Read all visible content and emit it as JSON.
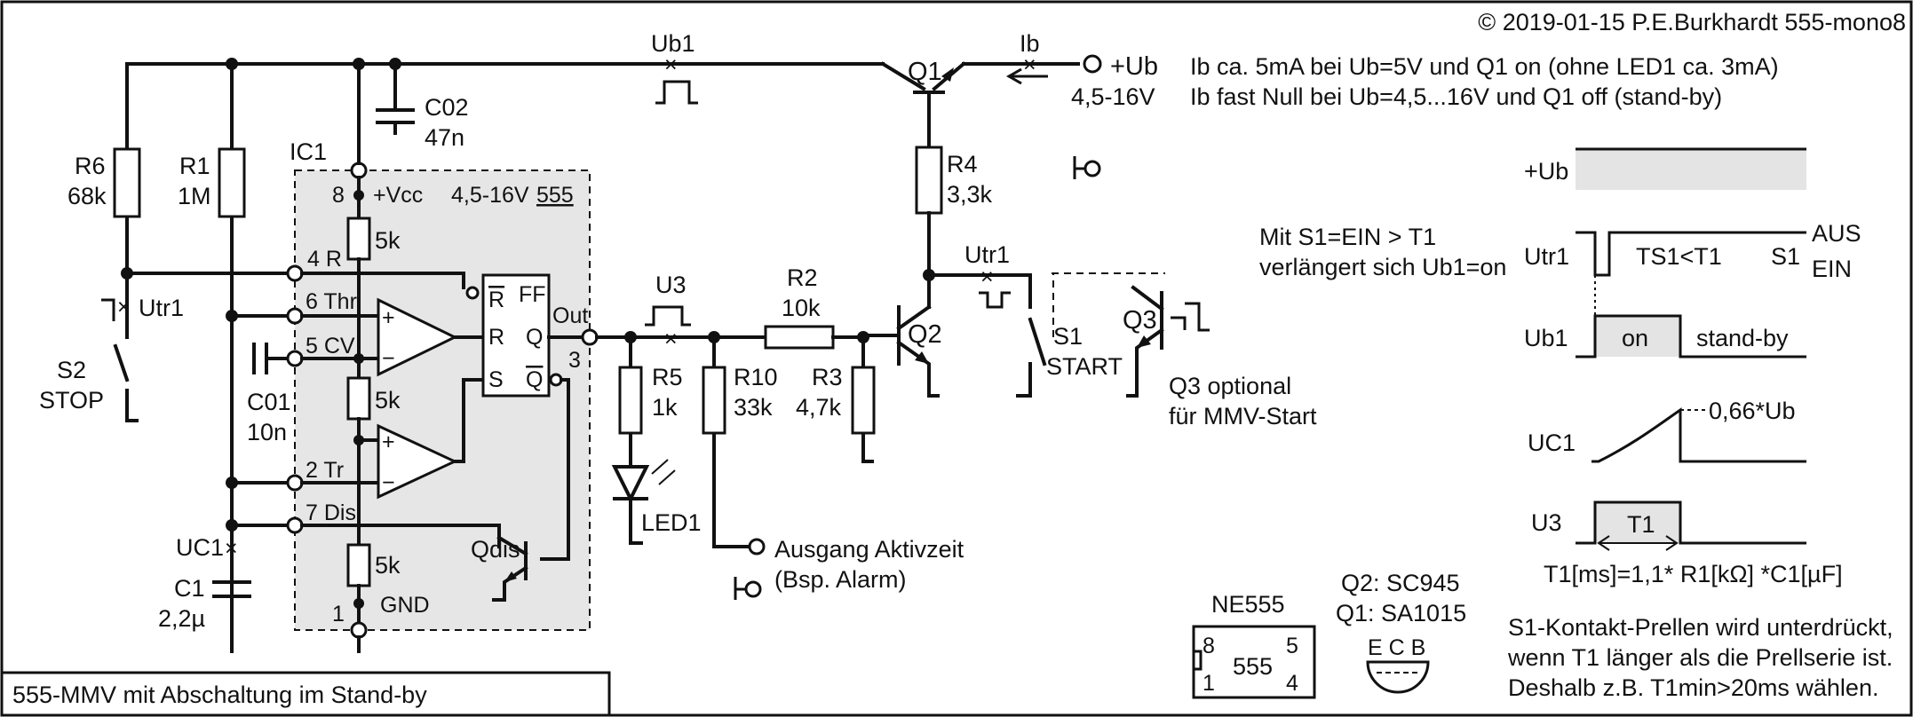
{
  "copyright": "© 2019-01-15 P.E.Burkhardt 555-mono8",
  "caption": "555-MMV mit Abschaltung im Stand-by",
  "supply": {
    "plus": "+Ub",
    "range": "4,5-16V",
    "ub1": "Ub1",
    "ib": "Ib"
  },
  "notes": [
    "Ib ca. 5mA bei Ub=5V und Q1 on (ohne LED1 ca. 3mA)",
    "Ib fast Null bei Ub=4,5...16V und Q1 off (stand-by)"
  ],
  "parts": {
    "r6": [
      "R6",
      "68k"
    ],
    "r1": [
      "R1",
      "1M"
    ],
    "c02": [
      "C02",
      "47n"
    ],
    "c01": [
      "C01",
      "10n"
    ],
    "c1": [
      "C1",
      "2,2µ"
    ],
    "uc1": "UC1",
    "s2": [
      "S2",
      "STOP"
    ],
    "utr1": "Utr1",
    "r4": [
      "R4",
      "3,3k"
    ],
    "r2": [
      "R2",
      "10k"
    ],
    "r3": [
      "R3",
      "4,7k"
    ],
    "r5": [
      "R5",
      "1k"
    ],
    "r10": [
      "R10",
      "33k"
    ],
    "led1": "LED1",
    "q1": "Q1",
    "q2": "Q2",
    "q3": "Q3",
    "u3": "U3",
    "s1": [
      "S1",
      "START"
    ],
    "q3_note": [
      "Q3 optional",
      "für MMV-Start"
    ],
    "output": [
      "Ausgang Aktivzeit",
      "(Bsp. Alarm)"
    ]
  },
  "ic": {
    "name": "IC1",
    "chip": "555",
    "vcc": "+Vcc",
    "vrange": "4,5-16V",
    "gnd": "GND",
    "ff": "FF",
    "r_bar": "R",
    "r": "R",
    "s": "S",
    "q": "Q",
    "q_bar": "Q",
    "out": "Out",
    "qdis": "Qdis",
    "res": "5k",
    "pins": {
      "p8": "8",
      "p4": "4 R",
      "p6": "6 Thr",
      "p5": "5 CV",
      "p2": "2 Tr",
      "p7": "7 Dis",
      "p1": "1",
      "p3": "3"
    }
  },
  "timing": {
    "rows": [
      "+Ub",
      "Utr1",
      "Ub1",
      "UC1",
      "U3"
    ],
    "ts1": "TS1<T1",
    "s1": "S1",
    "aus": "AUS",
    "ein": "EIN",
    "on": "on",
    "standby": "stand-by",
    "level": "0,66*Ub",
    "t1": "T1",
    "formula": "T1[ms]=1,1* R1[kΩ] *C1[µF]"
  },
  "ext_note": [
    "Mit S1=EIN > T1",
    "verlängert sich Ub1=on"
  ],
  "prell_note": [
    "S1-Kontakt-Prellen wird unterdrückt,",
    "wenn T1 länger als die Prellserie ist.",
    "Deshalb z.B. T1min>20ms wählen."
  ],
  "pkg": {
    "name": "NE555",
    "chip": "555",
    "p8": "8",
    "p1": "1",
    "p5": "5",
    "p4": "4"
  },
  "transistors": {
    "q2": "Q2: SC945",
    "q1": "Q1: SA1015",
    "ecb": "E C B"
  }
}
